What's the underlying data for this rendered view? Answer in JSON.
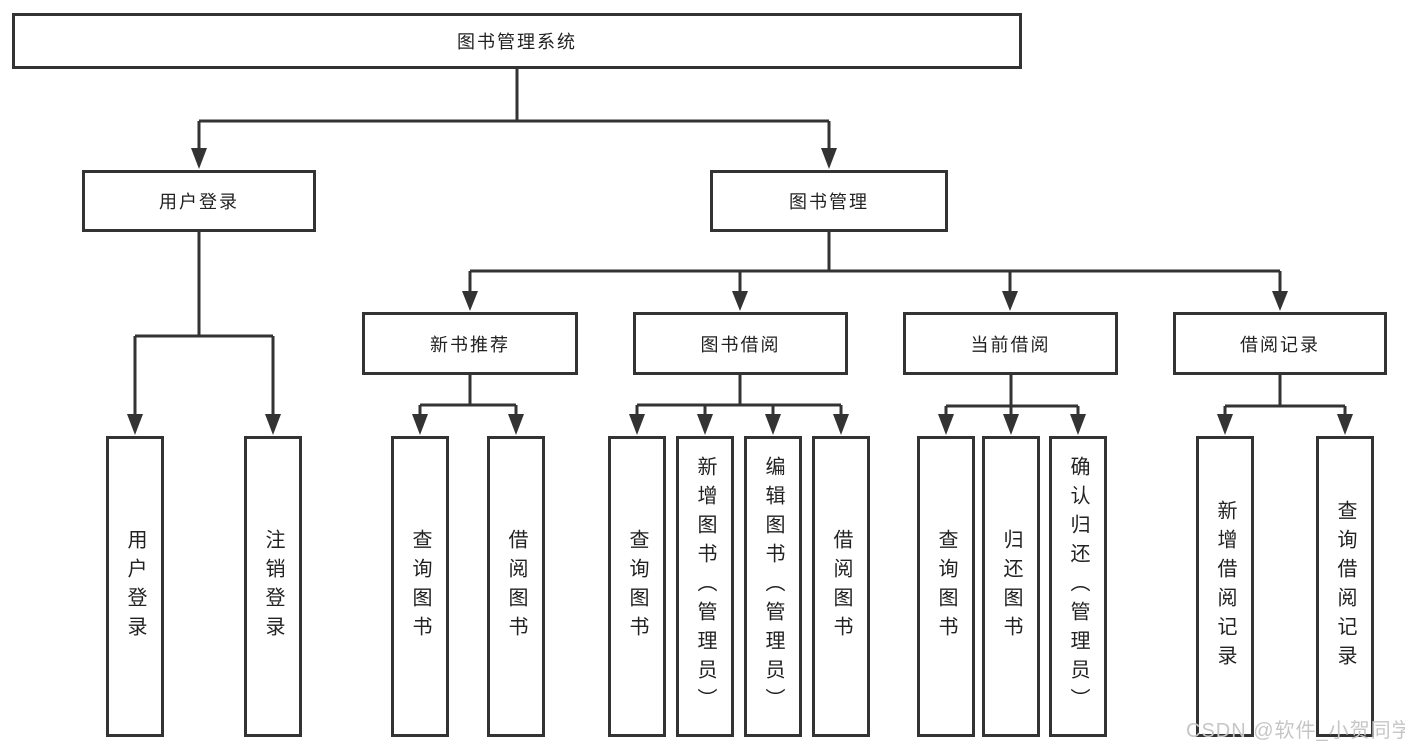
{
  "diagram": {
    "title": "图书管理系统",
    "root": "图书管理系统",
    "branches": [
      "用户登录",
      "图书管理"
    ],
    "sections": [
      "新书推荐",
      "图书借阅",
      "当前借阅",
      "借阅记录"
    ],
    "leaves": {
      "login": [
        "用户登录",
        "注销登录"
      ],
      "recommend": [
        "查询图书",
        "借阅图书"
      ],
      "borrow": [
        "查询图书",
        "新增图书（管理员）",
        "编辑图书（管理员）",
        "借阅图书"
      ],
      "current": [
        "查询图书",
        "归还图书",
        "确认归还（管理员）"
      ],
      "records": [
        "新增借阅记录",
        "查询借阅记录"
      ]
    }
  },
  "watermark": "CSDN @软件_小贺同学",
  "colors": {
    "line": "#333333",
    "box_border": "#333333",
    "box_fill": "#ffffff",
    "text": "#222222",
    "watermark": "#c6c6c6"
  }
}
